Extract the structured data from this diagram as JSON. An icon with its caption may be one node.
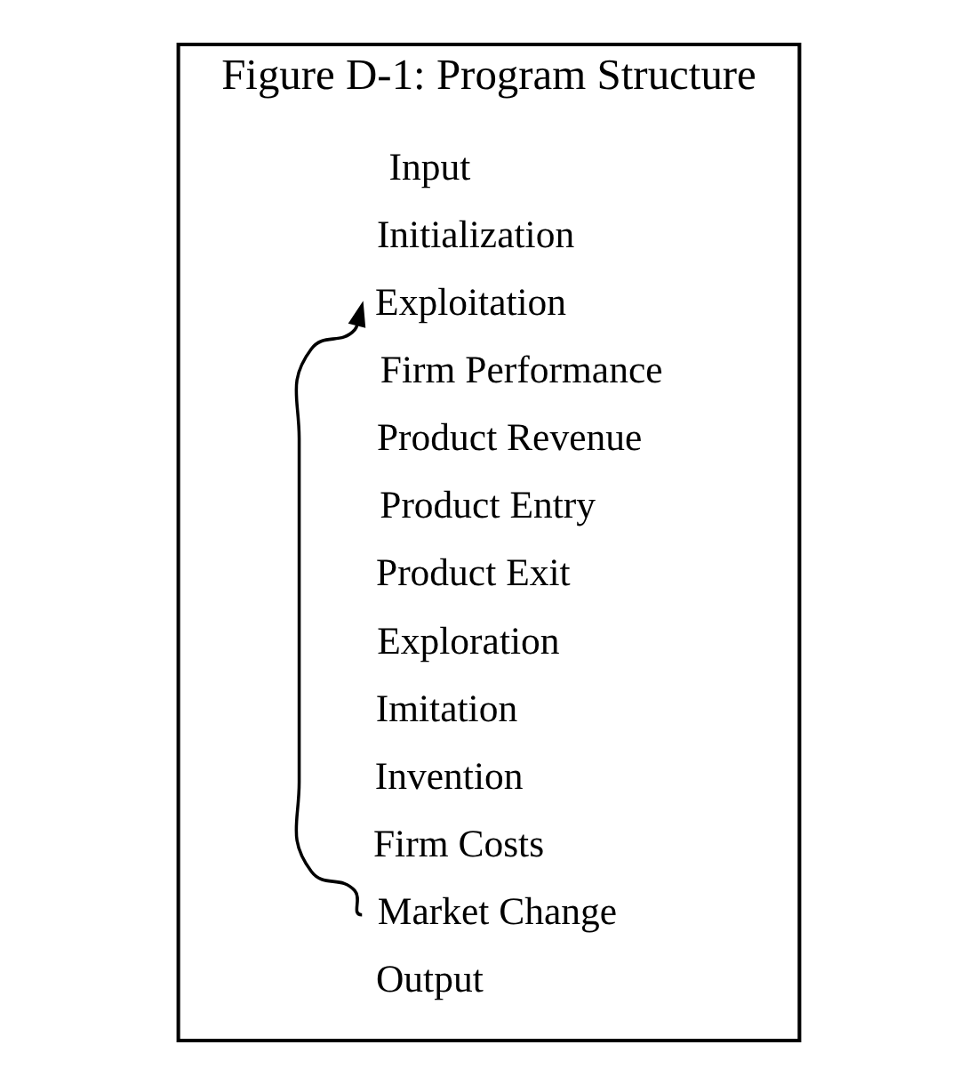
{
  "diagram": {
    "nodes": [
      {
        "text": [
          "Figure D-1: Program Structure"
        ]
      },
      {
        "text": [
          "Exploitation"
        ],
        "in": 0
      },
      {
        "text": [
          "Market Change"
        ],
        "in": 0
      }
    ],
    "edges": [
      {
        "from": 2,
        "to": 1,
        "arrow": "to"
      }
    ],
    "labels": [
      "Input",
      "Initialization",
      "Firm Performance",
      "Product Revenue",
      "Product Entry",
      "Product Exit",
      "Exploration",
      "Imitation",
      "Invention",
      "Firm Costs",
      "Output"
    ]
  }
}
